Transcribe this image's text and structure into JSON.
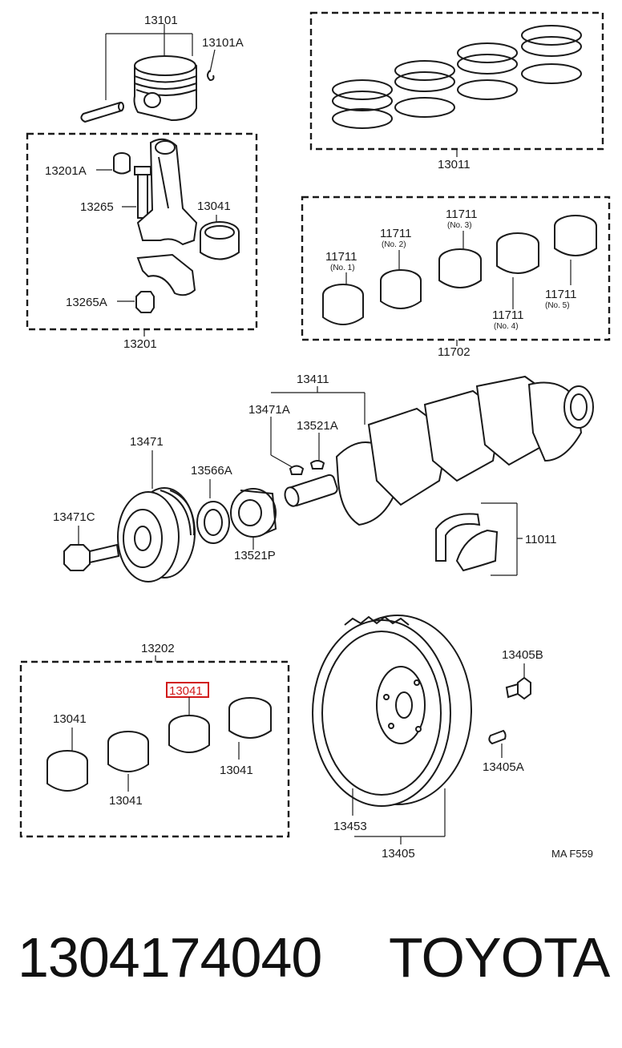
{
  "diagram": {
    "labels": {
      "piston": "13101",
      "piston_pin_clip": "13101A",
      "piston_ring_set": "13011",
      "conrod_bushing": "13201A",
      "conrod_bolt": "13265",
      "conrod_bearing": "13041",
      "conrod_nut": "13265A",
      "conrod_assembly": "13201",
      "main_bearing_no1_code": "11711",
      "main_bearing_no1_sub": "(No. 1)",
      "main_bearing_no2_code": "11711",
      "main_bearing_no2_sub": "(No. 2)",
      "main_bearing_no3_code": "11711",
      "main_bearing_no3_sub": "(No. 3)",
      "main_bearing_no4_code": "11711",
      "main_bearing_no4_sub": "(No. 4)",
      "main_bearing_no5_code": "11711",
      "main_bearing_no5_sub": "(No. 5)",
      "main_bearing_set": "11702",
      "crankshaft": "13411",
      "crank_key_a": "13471A",
      "crank_key_b": "13521A",
      "crank_pulley": "13471",
      "pulley_bolt": "13471C",
      "oil_seal_spacer": "13566A",
      "timing_pulley": "13521P",
      "thrust_washer": "11011",
      "bearing_set": "13202",
      "bearing_left": "13041",
      "bearing_center_left": "13041",
      "bearing_highlighted": "13041",
      "bearing_right": "13041",
      "flywheel_bolt_b": "13405B",
      "flywheel_bolt_a": "13405A",
      "ring_gear": "13453",
      "flywheel": "13405",
      "figure_code": "MA F559"
    },
    "highlight_color": "#d11a1a"
  },
  "footer": {
    "part_number": "1304174040",
    "brand": "TOYOTA"
  }
}
